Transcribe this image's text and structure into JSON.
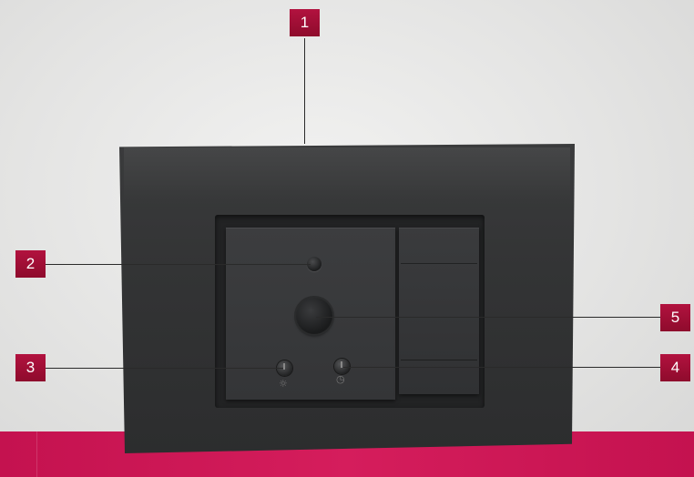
{
  "callouts": [
    {
      "number": "1",
      "target": "faceplate"
    },
    {
      "number": "2",
      "target": "led-indicator"
    },
    {
      "number": "3",
      "target": "brightness-knob"
    },
    {
      "number": "4",
      "target": "timer-knob"
    },
    {
      "number": "5",
      "target": "push-button"
    }
  ],
  "symbols": {
    "sun": "☼",
    "clock": "◷"
  },
  "colors": {
    "callout_bg": "#9e0e35",
    "accent_strip": "#d1195a",
    "plate": "#343536"
  }
}
